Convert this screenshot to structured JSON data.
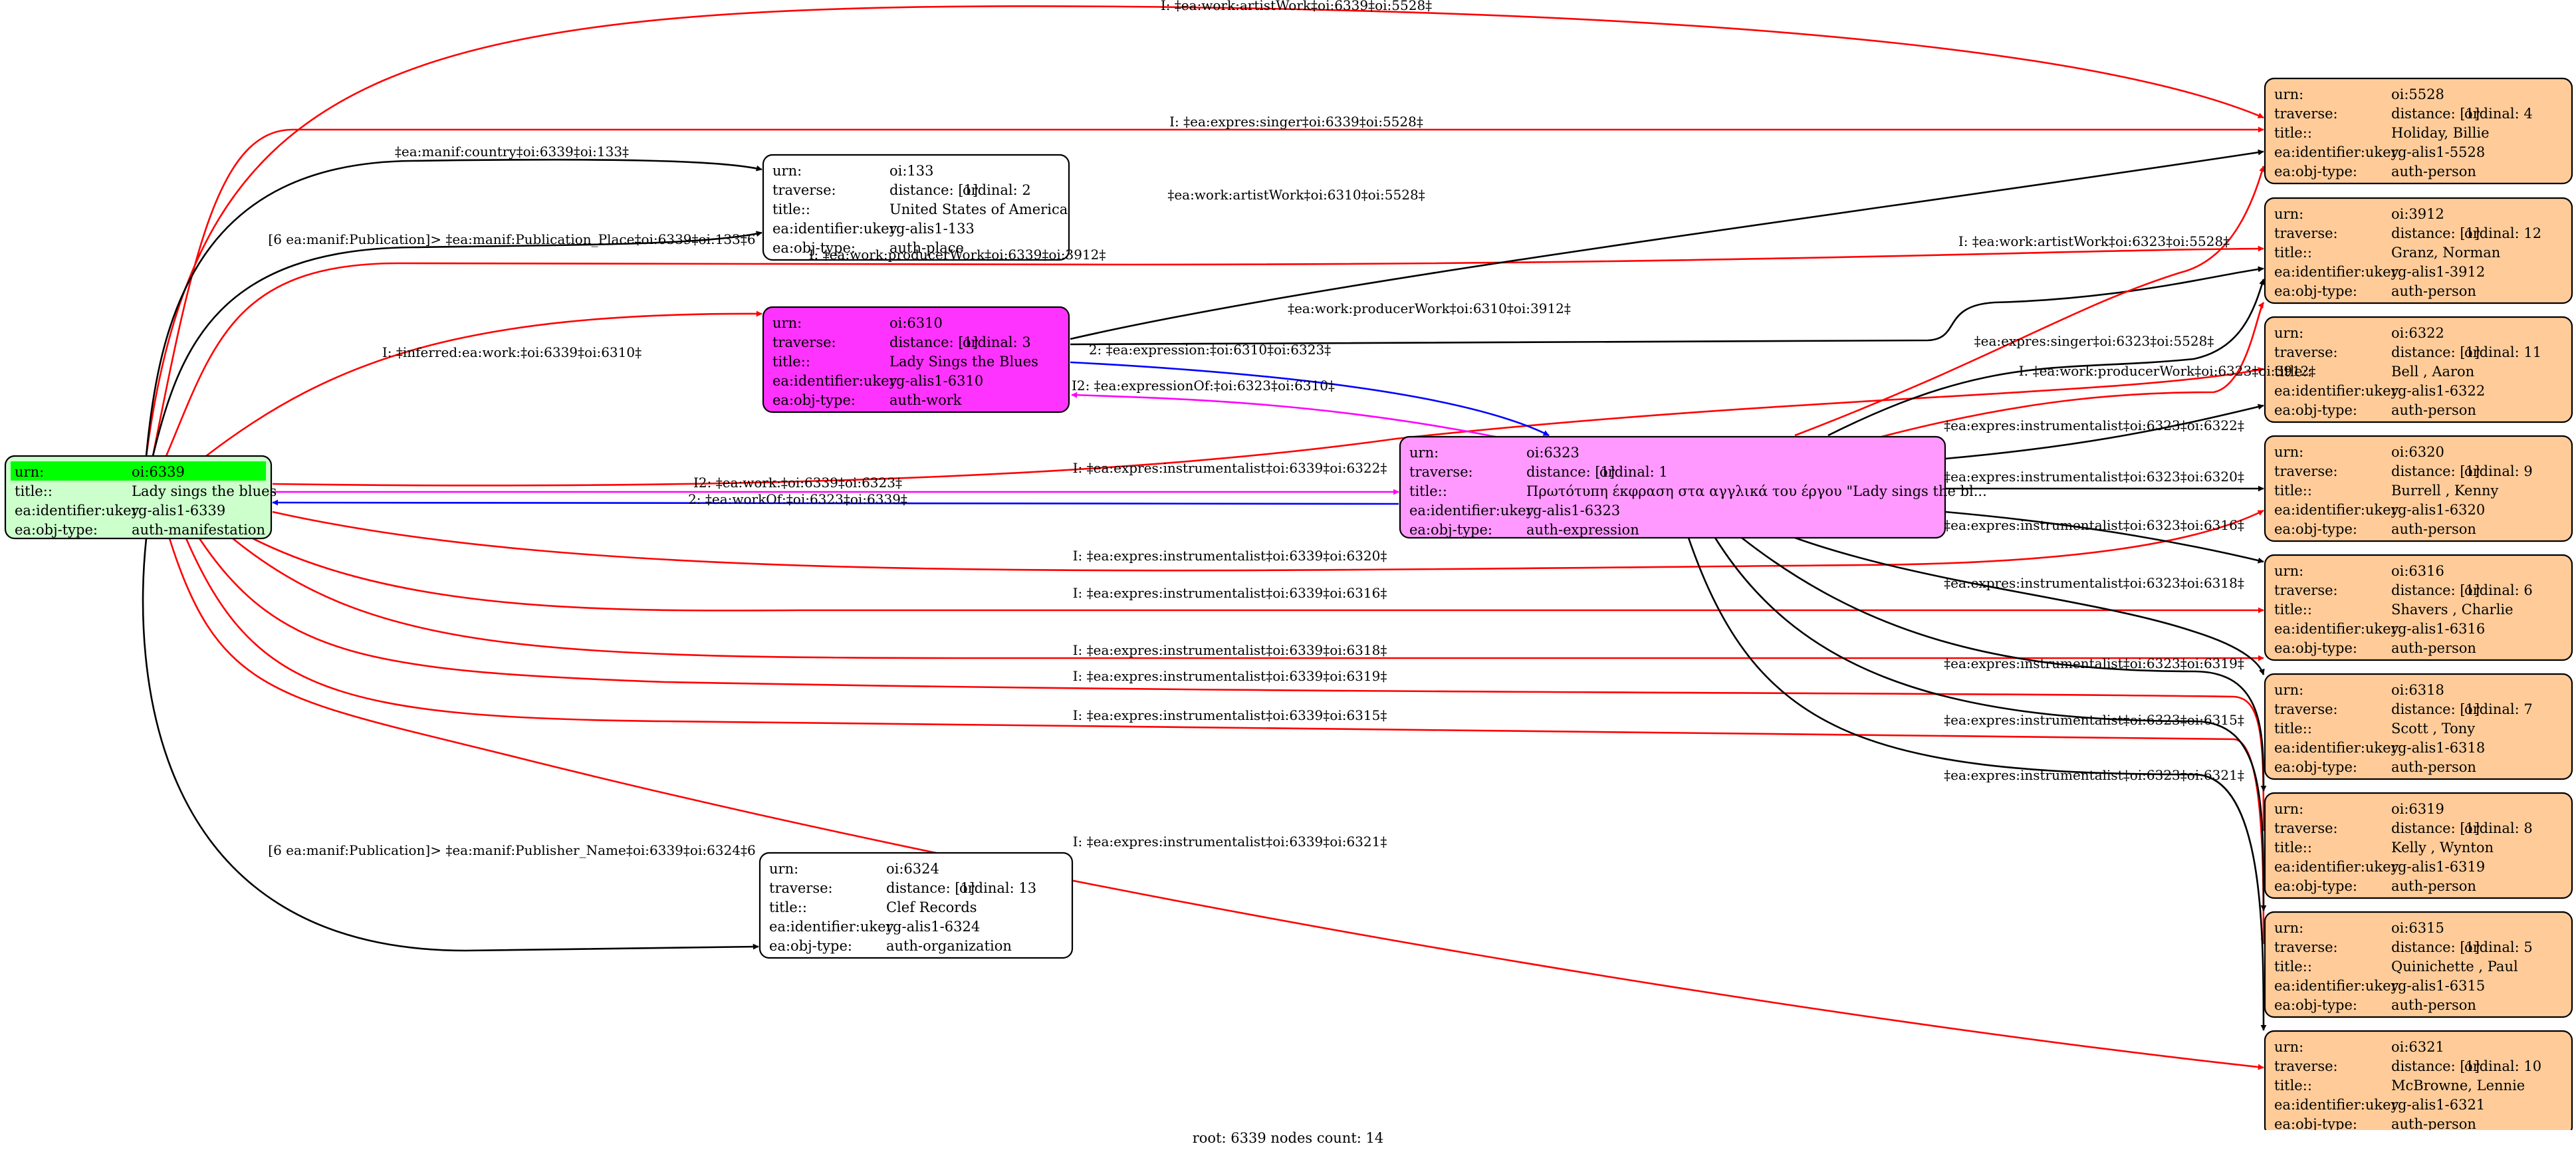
{
  "colors": {
    "root_fill": "#ccffcc",
    "root_highlight": "#00ff00",
    "work_fill": "#ff33ff",
    "expression_fill": "#ff99ff",
    "agent_fill": "#ffcc99",
    "plain_fill": "#ffffff",
    "edge_red": "#ff0000",
    "edge_black": "#000000",
    "edge_blue": "#0000ff",
    "edge_magenta": "#ff00ff"
  },
  "nodes": [
    {
      "id": "n6339",
      "fill": "root_fill",
      "highlight_first": true,
      "rows": [
        {
          "k": "urn:",
          "v": "oi:6339"
        },
        {
          "k": "title::",
          "v": "Lady sings the blues"
        },
        {
          "k": "ea:identifier:ukey",
          "v": "rg-alis1-6339"
        },
        {
          "k": "ea:obj-type:",
          "v": "auth-manifestation"
        }
      ]
    },
    {
      "id": "n133",
      "fill": "plain_fill",
      "rows": [
        {
          "k": "urn:",
          "v": "oi:133"
        },
        {
          "k": "traverse:",
          "v": "distance: [1]",
          "e": "ordinal: 2"
        },
        {
          "k": "title::",
          "v": "United States of America"
        },
        {
          "k": "ea:identifier:ukey",
          "v": "rg-alis1-133"
        },
        {
          "k": "ea:obj-type:",
          "v": "auth-place"
        }
      ]
    },
    {
      "id": "n6310",
      "fill": "work_fill",
      "rows": [
        {
          "k": "urn:",
          "v": "oi:6310"
        },
        {
          "k": "traverse:",
          "v": "distance: [1]",
          "e": "ordinal: 3"
        },
        {
          "k": "title::",
          "v": "Lady Sings the Blues"
        },
        {
          "k": "ea:identifier:ukey",
          "v": "rg-alis1-6310"
        },
        {
          "k": "ea:obj-type:",
          "v": "auth-work"
        }
      ]
    },
    {
      "id": "n6323",
      "fill": "expression_fill",
      "rows": [
        {
          "k": "urn:",
          "v": "oi:6323"
        },
        {
          "k": "traverse:",
          "v": "distance: [1]",
          "e": "ordinal: 1"
        },
        {
          "k": "title::",
          "v": "Πρωτότυπη έκφραση στα αγγλικά του έργου \"Lady sings the bl..."
        },
        {
          "k": "ea:identifier:ukey",
          "v": "rg-alis1-6323"
        },
        {
          "k": "ea:obj-type:",
          "v": "auth-expression"
        }
      ]
    },
    {
      "id": "n6324",
      "fill": "plain_fill",
      "rows": [
        {
          "k": "urn:",
          "v": "oi:6324"
        },
        {
          "k": "traverse:",
          "v": "distance: [1]",
          "e": "ordinal: 13"
        },
        {
          "k": "title::",
          "v": "Clef Records"
        },
        {
          "k": "ea:identifier:ukey",
          "v": "rg-alis1-6324"
        },
        {
          "k": "ea:obj-type:",
          "v": "auth-organization"
        }
      ]
    },
    {
      "id": "n5528",
      "fill": "agent_fill",
      "rows": [
        {
          "k": "urn:",
          "v": "oi:5528"
        },
        {
          "k": "traverse:",
          "v": "distance: [1]",
          "e": "ordinal: 4"
        },
        {
          "k": "title::",
          "v": "Holiday, Billie"
        },
        {
          "k": "ea:identifier:ukey",
          "v": "rg-alis1-5528"
        },
        {
          "k": "ea:obj-type:",
          "v": "auth-person"
        }
      ]
    },
    {
      "id": "n3912",
      "fill": "agent_fill",
      "rows": [
        {
          "k": "urn:",
          "v": "oi:3912"
        },
        {
          "k": "traverse:",
          "v": "distance: [1]",
          "e": "ordinal: 12"
        },
        {
          "k": "title::",
          "v": "Granz, Norman"
        },
        {
          "k": "ea:identifier:ukey",
          "v": "rg-alis1-3912"
        },
        {
          "k": "ea:obj-type:",
          "v": "auth-person"
        }
      ]
    },
    {
      "id": "n6322",
      "fill": "agent_fill",
      "rows": [
        {
          "k": "urn:",
          "v": "oi:6322"
        },
        {
          "k": "traverse:",
          "v": "distance: [1]",
          "e": "ordinal: 11"
        },
        {
          "k": "title::",
          "v": "Bell , Aaron"
        },
        {
          "k": "ea:identifier:ukey",
          "v": "rg-alis1-6322"
        },
        {
          "k": "ea:obj-type:",
          "v": "auth-person"
        }
      ]
    },
    {
      "id": "n6320",
      "fill": "agent_fill",
      "rows": [
        {
          "k": "urn:",
          "v": "oi:6320"
        },
        {
          "k": "traverse:",
          "v": "distance: [1]",
          "e": "ordinal: 9"
        },
        {
          "k": "title::",
          "v": "Burrell , Kenny"
        },
        {
          "k": "ea:identifier:ukey",
          "v": "rg-alis1-6320"
        },
        {
          "k": "ea:obj-type:",
          "v": "auth-person"
        }
      ]
    },
    {
      "id": "n6316",
      "fill": "agent_fill",
      "rows": [
        {
          "k": "urn:",
          "v": "oi:6316"
        },
        {
          "k": "traverse:",
          "v": "distance: [1]",
          "e": "ordinal: 6"
        },
        {
          "k": "title::",
          "v": "Shavers , Charlie"
        },
        {
          "k": "ea:identifier:ukey",
          "v": "rg-alis1-6316"
        },
        {
          "k": "ea:obj-type:",
          "v": "auth-person"
        }
      ]
    },
    {
      "id": "n6318",
      "fill": "agent_fill",
      "rows": [
        {
          "k": "urn:",
          "v": "oi:6318"
        },
        {
          "k": "traverse:",
          "v": "distance: [1]",
          "e": "ordinal: 7"
        },
        {
          "k": "title::",
          "v": "Scott , Tony"
        },
        {
          "k": "ea:identifier:ukey",
          "v": "rg-alis1-6318"
        },
        {
          "k": "ea:obj-type:",
          "v": "auth-person"
        }
      ]
    },
    {
      "id": "n6319",
      "fill": "agent_fill",
      "rows": [
        {
          "k": "urn:",
          "v": "oi:6319"
        },
        {
          "k": "traverse:",
          "v": "distance: [1]",
          "e": "ordinal: 8"
        },
        {
          "k": "title::",
          "v": "Kelly , Wynton"
        },
        {
          "k": "ea:identifier:ukey",
          "v": "rg-alis1-6319"
        },
        {
          "k": "ea:obj-type:",
          "v": "auth-person"
        }
      ]
    },
    {
      "id": "n6315",
      "fill": "agent_fill",
      "rows": [
        {
          "k": "urn:",
          "v": "oi:6315"
        },
        {
          "k": "traverse:",
          "v": "distance: [1]",
          "e": "ordinal: 5"
        },
        {
          "k": "title::",
          "v": "Quinichette , Paul"
        },
        {
          "k": "ea:identifier:ukey",
          "v": "rg-alis1-6315"
        },
        {
          "k": "ea:obj-type:",
          "v": "auth-person"
        }
      ]
    },
    {
      "id": "n6321",
      "fill": "agent_fill",
      "rows": [
        {
          "k": "urn:",
          "v": "oi:6321"
        },
        {
          "k": "traverse:",
          "v": "distance: [1]",
          "e": "ordinal: 10"
        },
        {
          "k": "title::",
          "v": "McBrowne, Lennie"
        },
        {
          "k": "ea:identifier:ukey",
          "v": "rg-alis1-6321"
        },
        {
          "k": "ea:obj-type:",
          "v": "auth-person"
        }
      ]
    }
  ],
  "edges": [
    {
      "id": "e1",
      "from": "n6339",
      "to": "n5528",
      "color": "edge_red",
      "label": "I: ‡ea:work:artistWork‡oi:6339‡oi:5528‡"
    },
    {
      "id": "e2",
      "from": "n6339",
      "to": "n5528",
      "color": "edge_red",
      "label": "I: ‡ea:expres:singer‡oi:6339‡oi:5528‡"
    },
    {
      "id": "e3",
      "from": "n6339",
      "to": "n133",
      "color": "edge_black",
      "label": "‡ea:manif:country‡oi:6339‡oi:133‡"
    },
    {
      "id": "e4",
      "from": "n6339",
      "to": "n133",
      "color": "edge_black",
      "label": "[6 ea:manif:Publication]> ‡ea:manif:Publication_Place‡oi:6339‡oi:133‡6"
    },
    {
      "id": "e5",
      "from": "n6339",
      "to": "n3912",
      "color": "edge_red",
      "label": "I: ‡ea:work:producerWork‡oi:6339‡oi:3912‡"
    },
    {
      "id": "e6",
      "from": "n6339",
      "to": "n6310",
      "color": "edge_red",
      "label": "I: ‡inferred:ea:work:‡oi:6339‡oi:6310‡"
    },
    {
      "id": "e7",
      "from": "n6339",
      "to": "n6322",
      "color": "edge_red",
      "label": "I: ‡ea:expres:instrumentalist‡oi:6339‡oi:6322‡"
    },
    {
      "id": "e8",
      "from": "n6339",
      "to": "n6323",
      "color": "edge_magenta",
      "label": "I2: ‡ea:work:‡oi:6339‡oi:6323‡"
    },
    {
      "id": "e9",
      "from": "n6323",
      "to": "n6339",
      "color": "edge_blue",
      "label": "2: ‡ea:workOf:‡oi:6323‡oi:6339‡"
    },
    {
      "id": "e10",
      "from": "n6339",
      "to": "n6320",
      "color": "edge_red",
      "label": "I: ‡ea:expres:instrumentalist‡oi:6339‡oi:6320‡"
    },
    {
      "id": "e11",
      "from": "n6339",
      "to": "n6316",
      "color": "edge_red",
      "label": "I: ‡ea:expres:instrumentalist‡oi:6339‡oi:6316‡"
    },
    {
      "id": "e12",
      "from": "n6339",
      "to": "n6318",
      "color": "edge_red",
      "label": "I: ‡ea:expres:instrumentalist‡oi:6339‡oi:6318‡"
    },
    {
      "id": "e13",
      "from": "n6339",
      "to": "n6319",
      "color": "edge_red",
      "label": "I: ‡ea:expres:instrumentalist‡oi:6339‡oi:6319‡"
    },
    {
      "id": "e14",
      "from": "n6339",
      "to": "n6315",
      "color": "edge_red",
      "label": "I: ‡ea:expres:instrumentalist‡oi:6339‡oi:6315‡"
    },
    {
      "id": "e15",
      "from": "n6339",
      "to": "n6324",
      "color": "edge_black",
      "label": "[6 ea:manif:Publication]> ‡ea:manif:Publisher_Name‡oi:6339‡oi:6324‡6"
    },
    {
      "id": "e16",
      "from": "n6339",
      "to": "n6321",
      "color": "edge_red",
      "label": "I: ‡ea:expres:instrumentalist‡oi:6339‡oi:6321‡"
    },
    {
      "id": "e17",
      "from": "n6310",
      "to": "n5528",
      "color": "edge_black",
      "label": "‡ea:work:artistWork‡oi:6310‡oi:5528‡"
    },
    {
      "id": "e18",
      "from": "n6310",
      "to": "n3912",
      "color": "edge_black",
      "label": "‡ea:work:producerWork‡oi:6310‡oi:3912‡"
    },
    {
      "id": "e19",
      "from": "n6310",
      "to": "n6323",
      "color": "edge_blue",
      "label": "2: ‡ea:expression:‡oi:6310‡oi:6323‡"
    },
    {
      "id": "e20",
      "from": "n6323",
      "to": "n6310",
      "color": "edge_magenta",
      "label": "I2: ‡ea:expressionOf:‡oi:6323‡oi:6310‡"
    },
    {
      "id": "e21",
      "from": "n6323",
      "to": "n5528",
      "color": "edge_red",
      "label": "I: ‡ea:work:artistWork‡oi:6323‡oi:5528‡"
    },
    {
      "id": "e22",
      "from": "n6323",
      "to": "n5528",
      "color": "edge_black",
      "label": "‡ea:expres:singer‡oi:6323‡oi:5528‡"
    },
    {
      "id": "e23",
      "from": "n6323",
      "to": "n3912",
      "color": "edge_red",
      "label": "I: ‡ea:work:producerWork‡oi:6323‡oi:3912‡"
    },
    {
      "id": "e24",
      "from": "n6323",
      "to": "n6322",
      "color": "edge_black",
      "label": "‡ea:expres:instrumentalist‡oi:6323‡oi:6322‡"
    },
    {
      "id": "e25",
      "from": "n6323",
      "to": "n6320",
      "color": "edge_black",
      "label": "‡ea:expres:instrumentalist‡oi:6323‡oi:6320‡"
    },
    {
      "id": "e26",
      "from": "n6323",
      "to": "n6316",
      "color": "edge_black",
      "label": "‡ea:expres:instrumentalist‡oi:6323‡oi:6316‡"
    },
    {
      "id": "e27",
      "from": "n6323",
      "to": "n6318",
      "color": "edge_black",
      "label": "‡ea:expres:instrumentalist‡oi:6323‡oi:6318‡"
    },
    {
      "id": "e28",
      "from": "n6323",
      "to": "n6319",
      "color": "edge_black",
      "label": "‡ea:expres:instrumentalist‡oi:6323‡oi:6319‡"
    },
    {
      "id": "e29",
      "from": "n6323",
      "to": "n6315",
      "color": "edge_black",
      "label": "‡ea:expres:instrumentalist‡oi:6323‡oi:6315‡"
    },
    {
      "id": "e30",
      "from": "n6323",
      "to": "n6321",
      "color": "edge_black",
      "label": "‡ea:expres:instrumentalist‡oi:6323‡oi:6321‡"
    }
  ],
  "footer": "root: 6339 nodes count: 14"
}
